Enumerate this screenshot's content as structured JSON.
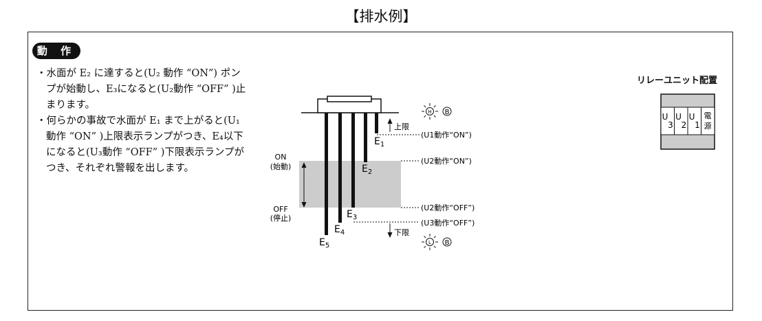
{
  "title": "【排水例】",
  "section_badge": "動 作",
  "description": [
    "・水面が E₂ に達すると(U₂ 動作 “ON”) ポンプが始動し、E₃になると(U₂動作 “OFF” )止まります。",
    "・何らかの事故で水面が E₁ まで上がると(U₁動作 “ON” )上限表示ランプがつき、E₄以下になると(U₃動作 “OFF” )下限表示ランプがつき、それぞれ警報を出します。"
  ],
  "diagram": {
    "electrodes": [
      {
        "sub": "1",
        "trigger": "(U1動作“ON”)"
      },
      {
        "sub": "2",
        "trigger": "(U2動作“ON”)"
      },
      {
        "sub": "3",
        "trigger": "(U2動作“OFF”)"
      },
      {
        "sub": "4",
        "trigger": "(U3動作“OFF”)"
      },
      {
        "sub": "5"
      }
    ],
    "electrode_letter": "E",
    "on_label": "ON",
    "on_sub": "(始動)",
    "off_label": "OFF",
    "off_sub": "(停止)",
    "upper_limit": "上限",
    "lower_limit": "下限",
    "lamp_upper_mark": "H",
    "lamp_lower_mark": "L",
    "buzzer_mark": "B",
    "water_band_color": "#cccccc"
  },
  "relay": {
    "title": "リレーユニット配置",
    "slots": [
      {
        "letter": "U",
        "num": "3"
      },
      {
        "letter": "U",
        "num": "2"
      },
      {
        "letter": "U",
        "num": "1"
      }
    ],
    "power_label": [
      "電",
      "源"
    ],
    "body_color": "#cccccc"
  }
}
